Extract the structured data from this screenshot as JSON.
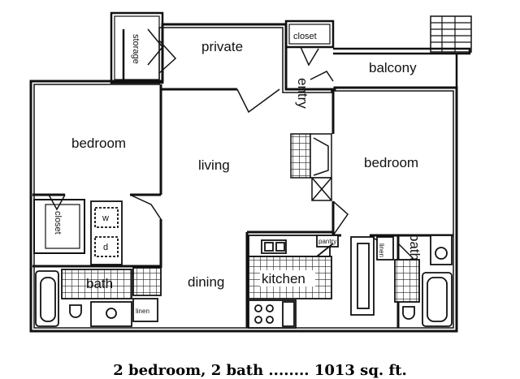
{
  "rooms": {
    "storage": "storage",
    "private": "private",
    "closet_top": "closet",
    "balcony": "balcony",
    "entry": "entry",
    "bedroom_left": "bedroom",
    "living": "living",
    "bedroom_right": "bedroom",
    "closet_left": "closet",
    "washer": "w",
    "dryer": "d",
    "bath_left": "bath",
    "linen": "linen",
    "dining": "dining",
    "kitchen": "kitchen",
    "pantry": "pantry",
    "linen_right": "linen",
    "bath_right": "bath"
  },
  "caption": "2 bedroom, 2 bath ........ 1013 sq. ft."
}
